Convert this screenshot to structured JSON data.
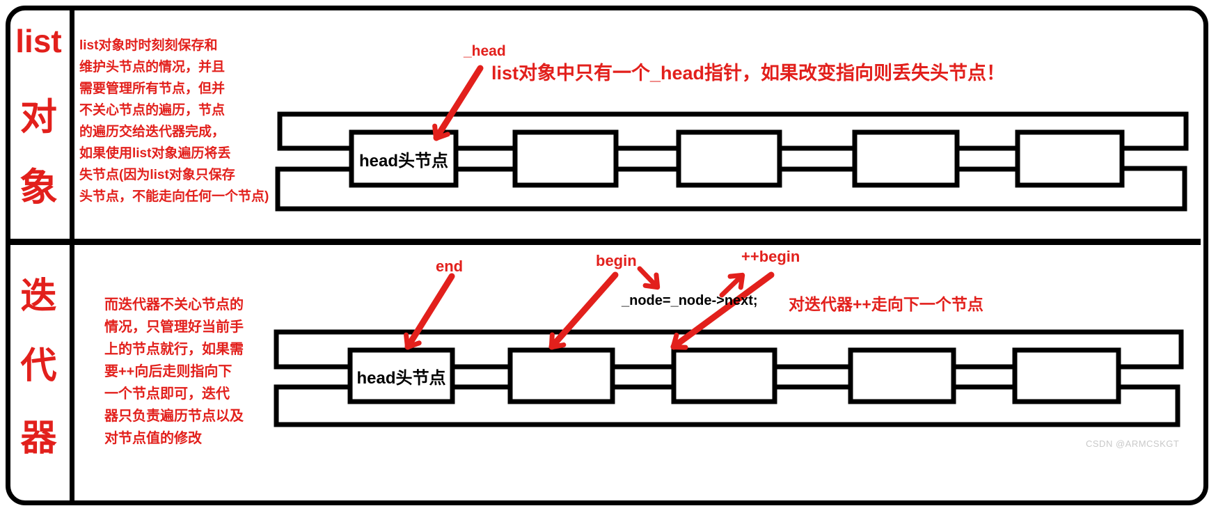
{
  "sections": [
    {
      "label_chars": [
        "list",
        "对",
        "象"
      ],
      "paragraph_lines": [
        "list对象时时刻刻保存和",
        "维护头节点的情况，并且",
        "需要管理所有节点，但并",
        "不关心节点的遍历，节点",
        "的遍历交给迭代器完成，",
        "如果使用list对象遍历将丢",
        "失节点(因为list对象只保存",
        "头节点，不能走向任何一个节点)"
      ],
      "pointer_label": "_head",
      "title": "list对象中只有一个_head指针，如果改变指向则丢失头节点！",
      "head_node_label": "head头节点"
    },
    {
      "label_chars": [
        "迭",
        "代",
        "器"
      ],
      "paragraph_lines": [
        "而迭代器不关心节点的",
        "情况，只管理好当前手",
        "上的节点就行，如果需",
        "要++向后走则指向下",
        "一个节点即可，迭代",
        "器只负责遍历节点以及",
        "对节点值的修改"
      ],
      "end_label": "end",
      "begin_label": "begin",
      "pp_begin_label": "++begin",
      "code_text": "_node=_node->next;",
      "note_text": "对迭代器++走向下一个节点",
      "head_node_label": "head头节点"
    }
  ],
  "watermark": "CSDN @ARMCSKGT",
  "colors": {
    "red": "#e2201c",
    "black": "#000000",
    "watermark": "#c9c9c9"
  }
}
